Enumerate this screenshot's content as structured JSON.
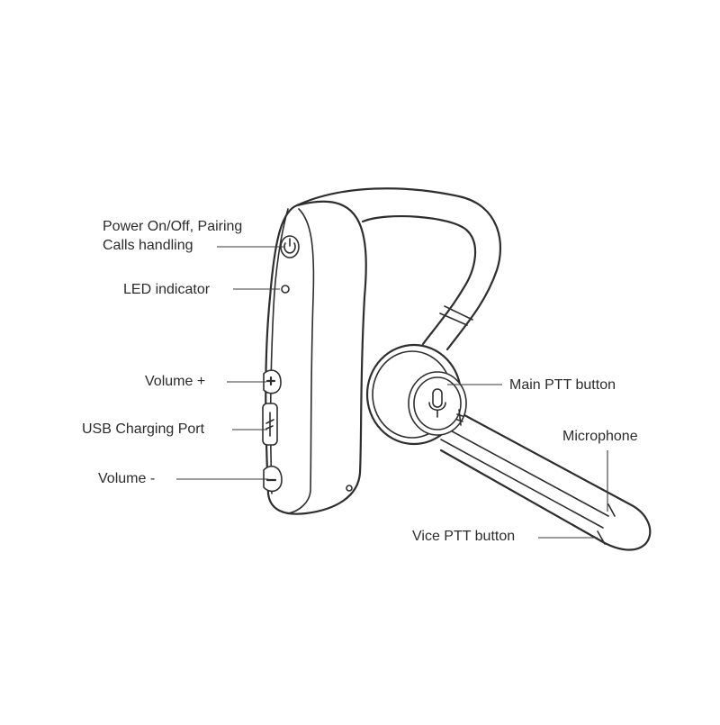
{
  "labels": {
    "power_line1": "Power On/Off, Pairing",
    "power_line2": "Calls handling",
    "led": "LED indicator",
    "vol_plus": "Volume +",
    "usb": "USB Charging Port",
    "vol_minus": "Volume -",
    "main_ptt": "Main PTT button",
    "microphone": "Microphone",
    "vice_ptt": "Vice PTT button"
  },
  "colors": {
    "line": "#2e2e2e",
    "text": "#2b2b2b",
    "background": "#ffffff"
  },
  "icons": {
    "plus": "plus-icon",
    "minus": "minus-icon",
    "power": "power-icon",
    "usb": "usb-port-icon",
    "mic": "microphone-icon"
  }
}
